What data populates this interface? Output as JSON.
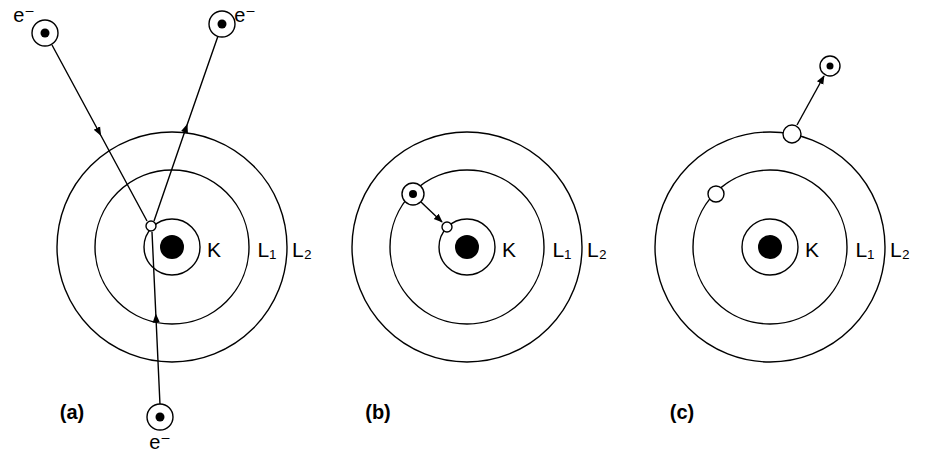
{
  "diagram": {
    "labels": [
      "e⁻",
      "e⁻",
      "K",
      "L₁",
      "L₂",
      "e⁻",
      "(a)",
      "K",
      "L₁",
      "L₂",
      "(b)",
      "K",
      "L₁",
      "L₂",
      "(c)"
    ]
  }
}
